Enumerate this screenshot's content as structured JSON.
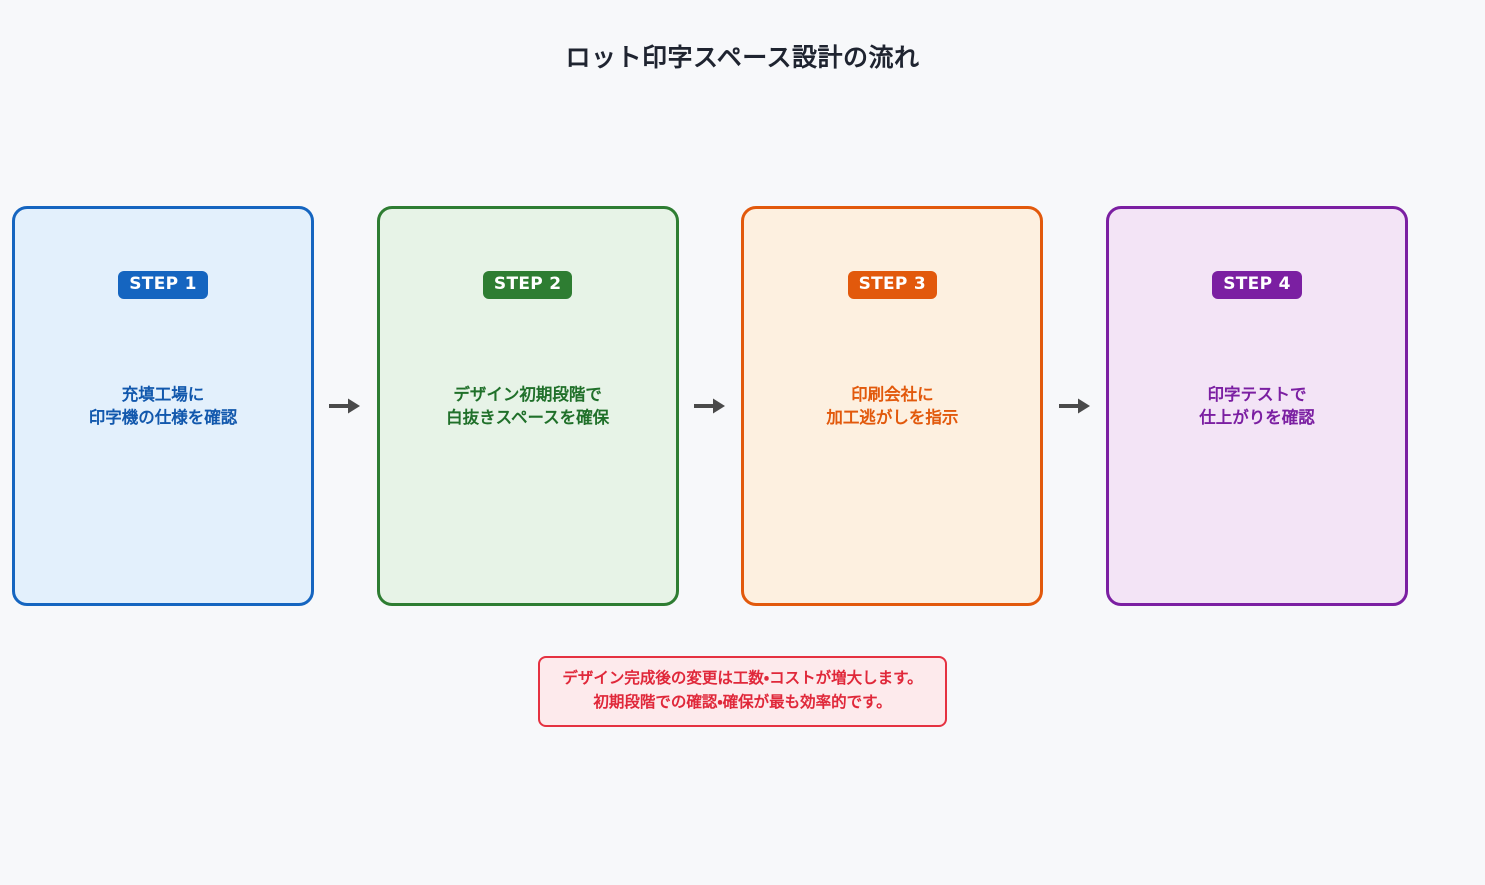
{
  "page": {
    "title": "ロット印字スペース設計の流れ",
    "background_color": "#f7f8fa",
    "title_color": "#1f2430"
  },
  "flow": {
    "arrow_icon": "→",
    "arrow_color": "#4a4a4a",
    "steps": [
      {
        "badge": "STEP 1",
        "text": "充填工場に\n印字機の仕様を確認",
        "accent_color": "#1565c0",
        "fill_color": "#e3f0fc",
        "text_color": "#1258ad"
      },
      {
        "badge": "STEP 2",
        "text": "デザイン初期段階で\n白抜きスペースを確保",
        "accent_color": "#2e7d32",
        "fill_color": "#e7f3e7",
        "text_color": "#20702a"
      },
      {
        "badge": "STEP 3",
        "text": "印刷会社に\n加工逃がしを指示",
        "accent_color": "#e2590c",
        "fill_color": "#fdf0e0",
        "text_color": "#e2590c"
      },
      {
        "badge": "STEP 4",
        "text": "印字テストで\n仕上がりを確認",
        "accent_color": "#7b1fa2",
        "fill_color": "#f3e4f6",
        "text_color": "#7b1fa2"
      }
    ]
  },
  "note": {
    "text": "デザイン完成後の変更は工数・コストが増大します。\n初期段階での確認・確保が最も効率的です。",
    "border_color": "#e53241",
    "fill_color": "#fdeaec",
    "text_color": "#e0283a"
  }
}
